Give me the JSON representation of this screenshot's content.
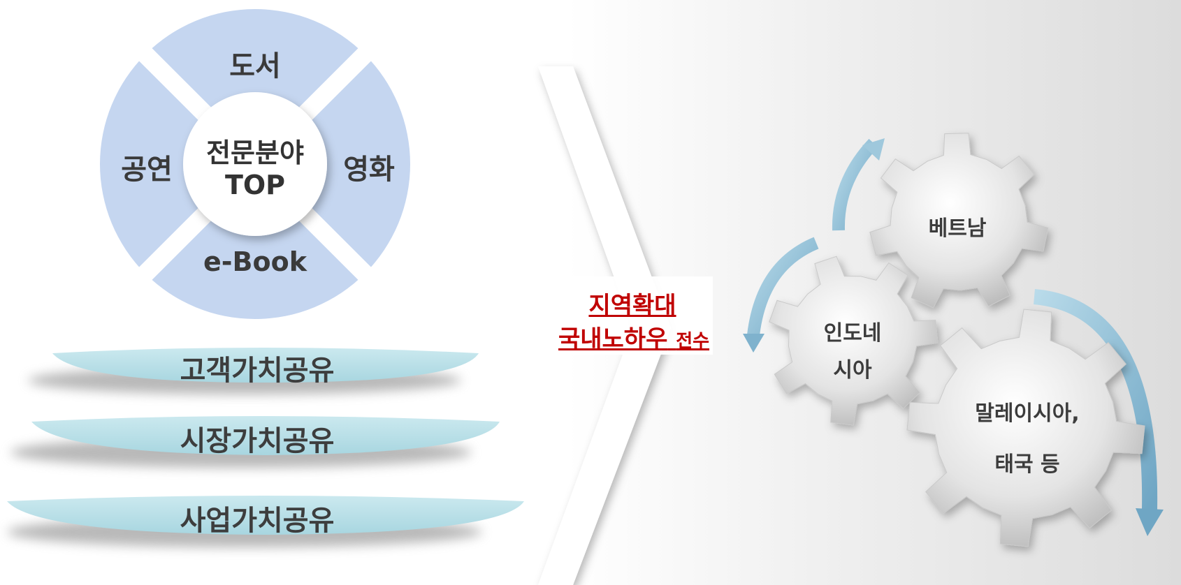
{
  "wheel": {
    "center_line1": "전문분야",
    "center_line2": "TOP",
    "top": "도서",
    "right": "영화",
    "bottom": "e-Book",
    "left": "공연"
  },
  "bars": [
    {
      "label": "고객가치공유"
    },
    {
      "label": "시장가치공유"
    },
    {
      "label": "사업가치공유"
    }
  ],
  "transition": {
    "line1": "지역확대",
    "line2_main": "국내노하우",
    "line2_small": "전수"
  },
  "gears": {
    "vietnam": "베트남",
    "indonesia_line1": "인도네",
    "indonesia_line2": "시아",
    "malaysia_line1": "말레이시아,",
    "malaysia_line2": "태국 등"
  },
  "colors": {
    "wheel_fill": "#c5d6f0",
    "bar_fill": "#b3dde6",
    "accent_red": "#c00000",
    "arrow_blue": "#8dbfd8"
  }
}
